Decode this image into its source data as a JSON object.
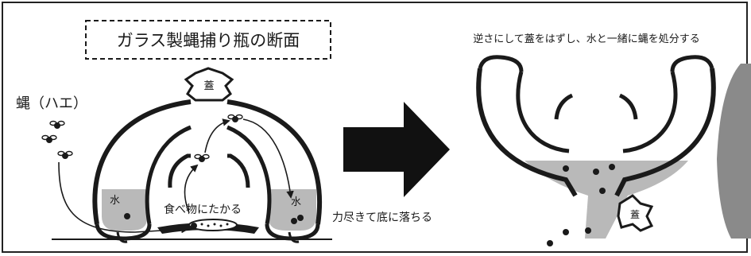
{
  "title": "ガラス製蝿捕り瓶の断面",
  "labels": {
    "fly": "蝿（ハエ）",
    "lid": "蓋",
    "water_left": "水",
    "water_right": "水",
    "food": "食べ物にたかる",
    "fall": "力尽きて底に落ちる",
    "lid_removed": "蓋"
  },
  "caption_right": "逆さにして蓋をはずし、水と一緒に蝿を処分する",
  "colors": {
    "line": "#1a1a1a",
    "water": "#b9b9b9",
    "arrow": "#111111",
    "photo": "#8a8a8a"
  }
}
